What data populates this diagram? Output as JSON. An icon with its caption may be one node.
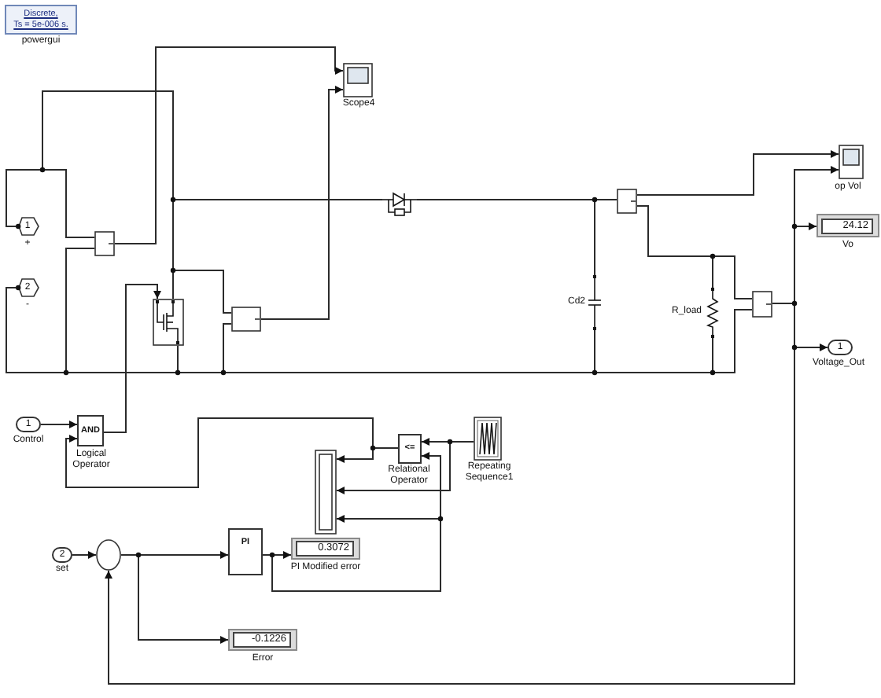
{
  "diagram": {
    "nodes": [
      {
        "text": [
          "Discrete,",
          "Ts = 5e-006 s."
        ],
        "beside": [
          "powergui"
        ]
      },
      {
        "text": [],
        "shape": "box",
        "beside": [
          "Scope4"
        ]
      },
      {
        "text": [
          "1"
        ],
        "beside": [
          "+"
        ]
      },
      {
        "text": [
          "2"
        ],
        "beside": [
          "-"
        ]
      },
      {
        "text": [],
        "shape": "box"
      },
      {
        "text": [],
        "shape": "picture"
      },
      {
        "text": [],
        "shape": "box"
      },
      {
        "text": [],
        "shape": "picture"
      },
      {
        "text": [],
        "shape": "box"
      },
      {
        "text": [],
        "shape": "box",
        "beside": [
          "op Vol"
        ]
      },
      {
        "text": [
          "24.12"
        ],
        "beside": [
          "Vo"
        ]
      },
      {
        "text": [],
        "shape": "picture",
        "beside": [
          "Cd2"
        ]
      },
      {
        "text": [],
        "shape": "picture",
        "beside": [
          "R_load"
        ]
      },
      {
        "text": [],
        "shape": "box"
      },
      {
        "text": [
          "1"
        ],
        "beside": [
          "Voltage_Out"
        ]
      },
      {
        "text": [
          "1"
        ],
        "beside": [
          "Control"
        ]
      },
      {
        "text": [
          "AND"
        ],
        "beside": [
          "Logical Operator"
        ]
      },
      {
        "text": [],
        "shape": "box"
      },
      {
        "text": [
          "<="
        ],
        "beside": [
          "Relational Operator"
        ]
      },
      {
        "text": [],
        "shape": "picture",
        "beside": [
          "Repeating Sequence1"
        ]
      },
      {
        "text": [
          "2"
        ],
        "beside": [
          "set"
        ]
      },
      {
        "text": [],
        "shape": "circle"
      },
      {
        "text": [
          "PI"
        ]
      },
      {
        "text": [
          "0.3072"
        ],
        "beside": [
          "PI Modified error"
        ]
      },
      {
        "text": [
          "-0.1226"
        ],
        "beside": [
          "Error"
        ]
      }
    ],
    "edges": [
      {
        "from": 2,
        "to": 4,
        "arrow": "none"
      },
      {
        "from": 2,
        "to": 5,
        "arrow": "none"
      },
      {
        "from": 5,
        "to": 7,
        "arrow": "none"
      },
      {
        "from": 5,
        "to": 6,
        "arrow": "none"
      },
      {
        "from": 3,
        "to": 5,
        "arrow": "none"
      },
      {
        "from": 3,
        "to": 4,
        "arrow": "none"
      },
      {
        "from": 3,
        "to": 6,
        "arrow": "none"
      },
      {
        "from": 7,
        "to": 11,
        "arrow": "none"
      },
      {
        "from": 7,
        "to": 8,
        "arrow": "none"
      },
      {
        "from": 8,
        "to": 12,
        "arrow": "none"
      },
      {
        "from": 8,
        "to": 13,
        "arrow": "none"
      },
      {
        "from": 3,
        "to": 11,
        "arrow": "none"
      },
      {
        "from": 3,
        "to": 12,
        "arrow": "none"
      },
      {
        "from": 3,
        "to": 13,
        "arrow": "none"
      },
      {
        "from": 4,
        "to": 1,
        "arrow": "to"
      },
      {
        "from": 6,
        "to": 1,
        "arrow": "to"
      },
      {
        "from": 8,
        "to": 9,
        "arrow": "to"
      },
      {
        "from": 13,
        "to": 9,
        "arrow": "to"
      },
      {
        "from": 13,
        "to": 10,
        "arrow": "to"
      },
      {
        "from": 13,
        "to": 14,
        "arrow": "to"
      },
      {
        "from": 13,
        "to": 21,
        "arrow": "to"
      },
      {
        "from": 15,
        "to": 16,
        "arrow": "to"
      },
      {
        "from": 16,
        "to": 5,
        "arrow": "to"
      },
      {
        "from": 18,
        "to": 16,
        "arrow": "to"
      },
      {
        "from": 19,
        "to": 18,
        "arrow": "to"
      },
      {
        "from": 19,
        "to": 17,
        "arrow": "to"
      },
      {
        "from": 18,
        "to": 17,
        "arrow": "to"
      },
      {
        "from": 22,
        "to": 18,
        "arrow": "to"
      },
      {
        "from": 22,
        "to": 17,
        "arrow": "to"
      },
      {
        "from": 20,
        "to": 21,
        "arrow": "to"
      },
      {
        "from": 21,
        "to": 22,
        "arrow": "to"
      },
      {
        "from": 21,
        "to": 24,
        "arrow": "to"
      },
      {
        "from": 22,
        "to": 23,
        "arrow": "to"
      }
    ]
  }
}
